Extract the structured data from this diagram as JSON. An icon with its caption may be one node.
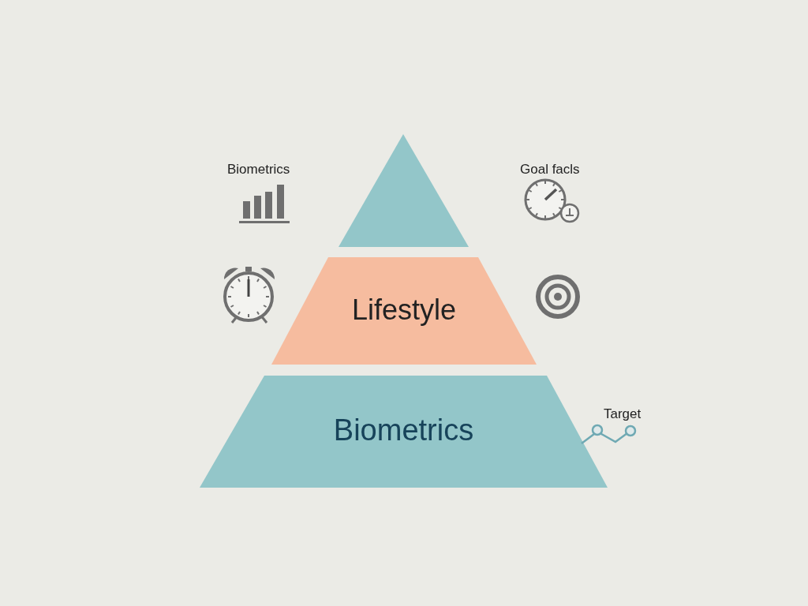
{
  "diagram": {
    "nodes": [
      {
        "text": [],
        "shape": "triangle"
      },
      {
        "text": [
          "Lifestyle"
        ]
      },
      {
        "text": [
          "Biometrics"
        ]
      }
    ],
    "labels": [
      "Biometrics",
      "Goal facls",
      "Target"
    ]
  }
}
